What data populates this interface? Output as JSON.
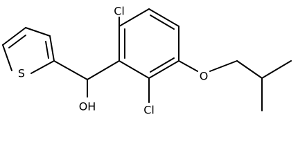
{
  "molecule": {
    "atoms": {
      "cl_top": "Cl",
      "cl_bottom": "Cl",
      "sulfur": "S",
      "oxygen_ether": "O",
      "hydroxyl": "OH"
    }
  }
}
